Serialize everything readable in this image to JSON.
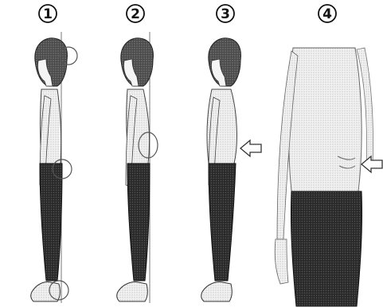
{
  "panels": [
    {
      "label": "1"
    },
    {
      "label": "2"
    },
    {
      "label": "3"
    },
    {
      "label": "4"
    }
  ],
  "colors": {
    "ink": "#111111",
    "hair": "#555555",
    "skin_shade": "#e9e9e9",
    "shirt": "#dcdcdc",
    "pants": "#1a1a1a",
    "line": "#888888"
  },
  "icons": [
    "circled-number",
    "hollow-arrow-left",
    "highlight-circle",
    "plumb-line"
  ]
}
